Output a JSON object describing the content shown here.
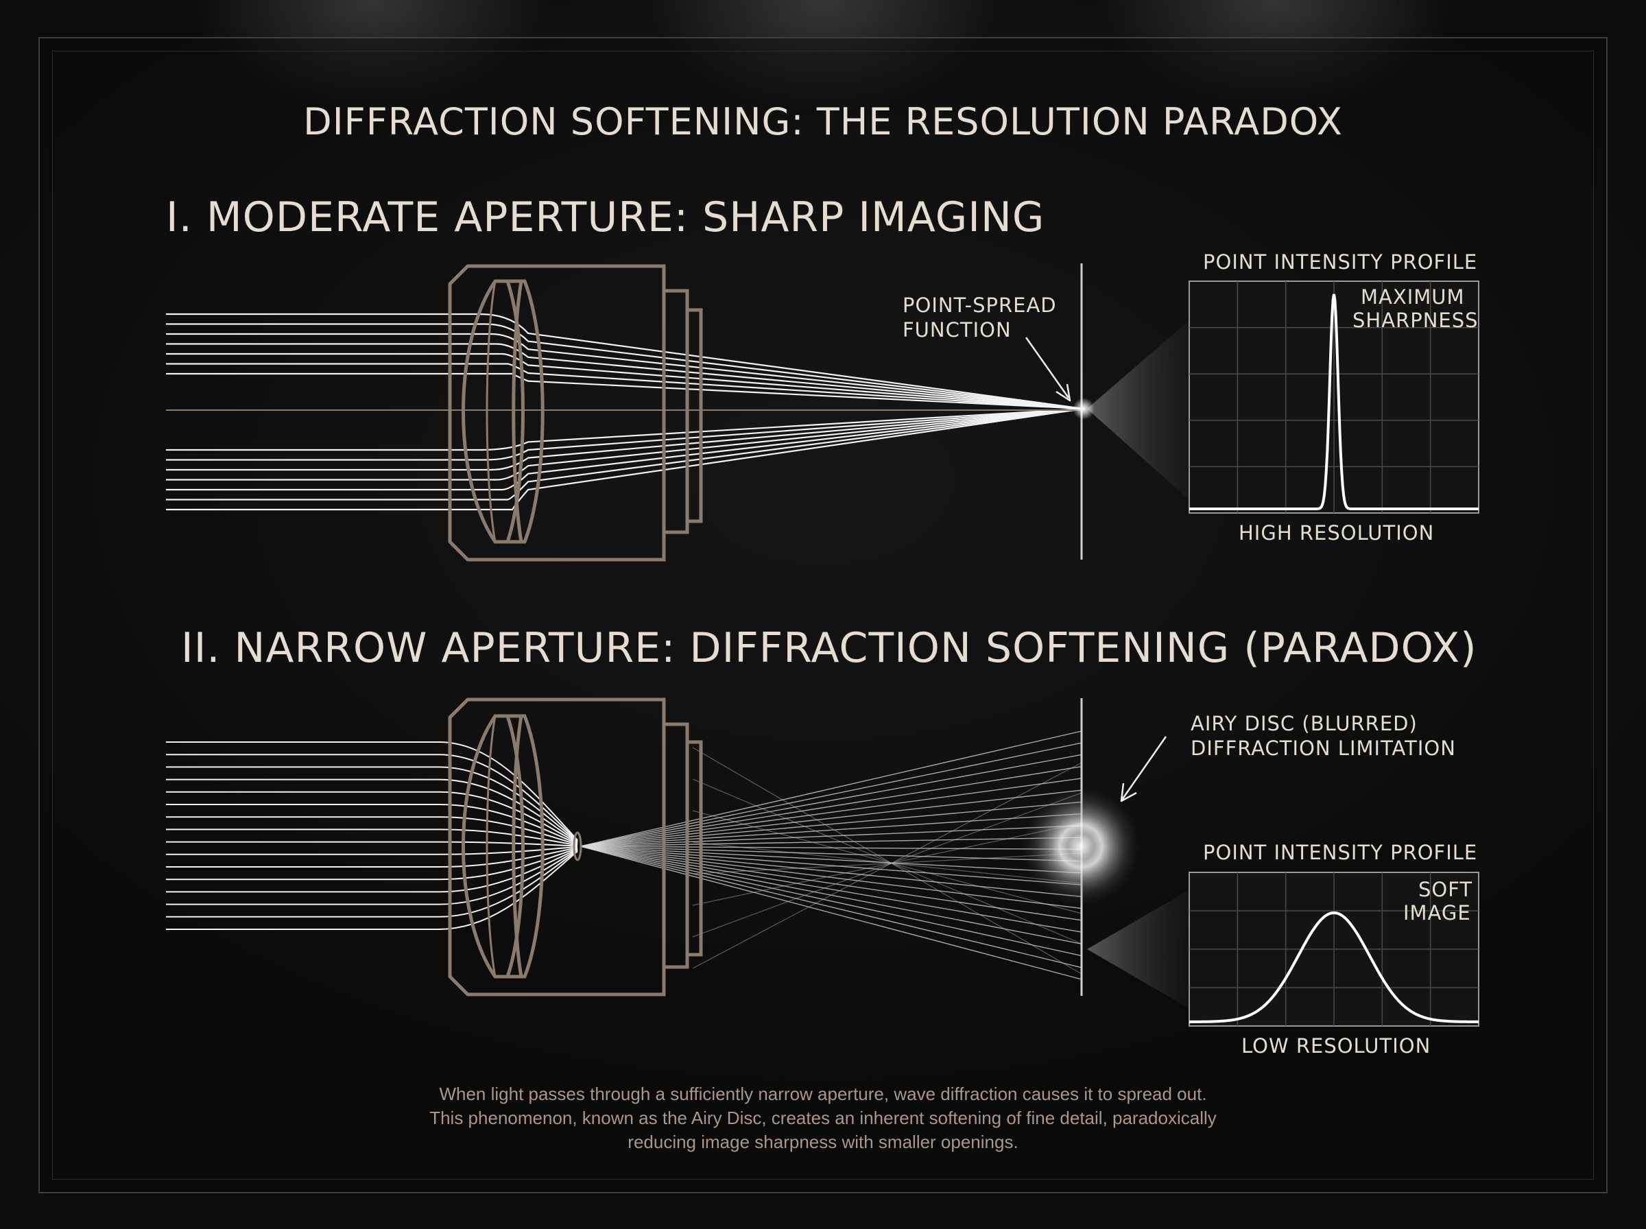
{
  "title": "DIFFRACTION SOFTENING: THE RESOLUTION PARADOX",
  "section1": {
    "heading": "I. MODERATE APERTURE: SHARP IMAGING",
    "psf_label_line1": "POINT-SPREAD",
    "psf_label_line2": "FUNCTION",
    "profile_title": "POINT INTENSITY PROFILE",
    "note_line1": "MAXIMUM",
    "note_line2": "SHARPNESS",
    "bottom_label": "HIGH RESOLUTION"
  },
  "section2": {
    "heading": "II. NARROW APERTURE: DIFFRACTION SOFTENING (PARADOX)",
    "airy_label_line1": "AIRY DISC (BLURRED)",
    "airy_label_line2": "DIFFRACTION LIMITATION",
    "profile_title": "POINT INTENSITY PROFILE",
    "note_line1": "SOFT",
    "note_line2": "IMAGE",
    "bottom_label": "LOW RESOLUTION"
  },
  "caption": [
    "When light passes through a sufficiently narrow aperture, wave diffraction causes it to spread out.",
    "This phenomenon, known as the Airy Disc, creates an inherent softening of fine detail, paradoxically",
    "reducing image sharpness with smaller openings."
  ],
  "colors": {
    "background": "#0e0e0e",
    "text": "#e4ddd0",
    "lens_outline": "#8a7b6c",
    "rays": "#f2f2f2",
    "caption": "#a8978a"
  }
}
